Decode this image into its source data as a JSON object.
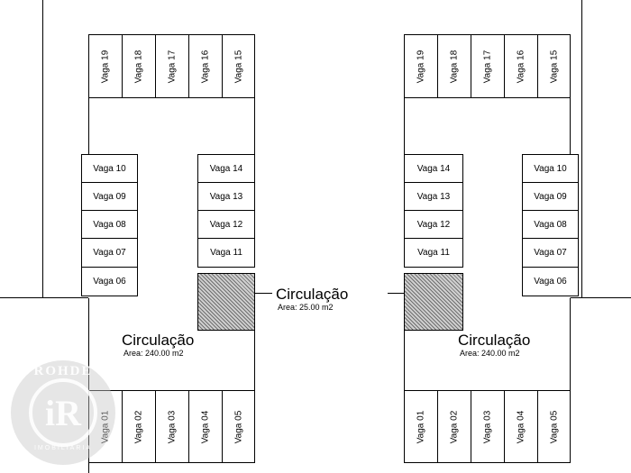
{
  "left_block": {
    "top_spots": [
      "Vaga 19",
      "Vaga 18",
      "Vaga 17",
      "Vaga 16",
      "Vaga 15"
    ],
    "outer_column": [
      "Vaga 10",
      "Vaga 09",
      "Vaga 08",
      "Vaga 07",
      "Vaga 06"
    ],
    "inner_column": [
      "Vaga 14",
      "Vaga 13",
      "Vaga 12",
      "Vaga 11"
    ],
    "bottom_spots": [
      "Vaga 01",
      "Vaga 02",
      "Vaga 03",
      "Vaga 04",
      "Vaga 05"
    ],
    "circulation": {
      "name": "Circulação",
      "area": "Area: 240.00 m2"
    }
  },
  "right_block": {
    "top_spots": [
      "Vaga 19",
      "Vaga 18",
      "Vaga 17",
      "Vaga 16",
      "Vaga 15"
    ],
    "inner_column": [
      "Vaga 14",
      "Vaga 13",
      "Vaga 12",
      "Vaga 11"
    ],
    "outer_column": [
      "Vaga 10",
      "Vaga 09",
      "Vaga 08",
      "Vaga 07",
      "Vaga 06"
    ],
    "bottom_spots": [
      "Vaga 01",
      "Vaga 02",
      "Vaga 03",
      "Vaga 04",
      "Vaga 05"
    ],
    "circulation": {
      "name": "Circulação",
      "area": "Area: 240.00 m2"
    }
  },
  "center_circulation": {
    "name": "Circulação",
    "area": "Area: 25.00 m2"
  },
  "watermark": {
    "brand": "ROHDE",
    "monogram": "iR",
    "subtitle": "IMOBILIÁRIA"
  }
}
